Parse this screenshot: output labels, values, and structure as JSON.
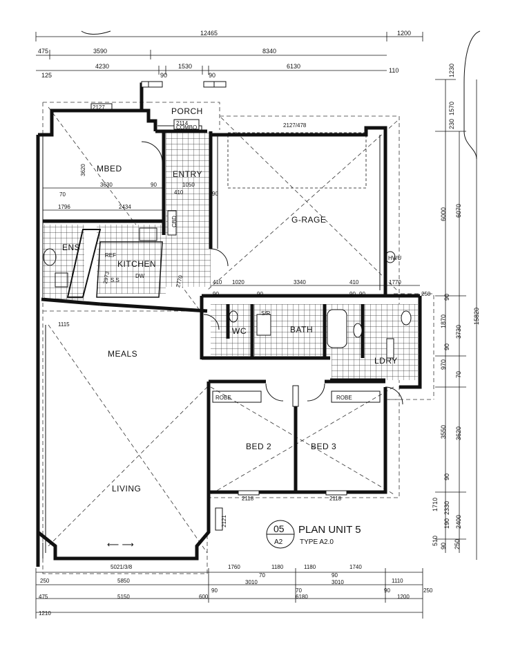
{
  "title": {
    "badge_number": "05",
    "badge_code": "A2",
    "heading": "PLAN  UNIT 5",
    "type_line": "TYPE A2.0"
  },
  "rooms": {
    "porch": "PORCH",
    "mbed": "MBED",
    "entry": "ENTRY",
    "garage": "G-RAGE",
    "ens": "ENS",
    "kitchen": "KITCHEN",
    "meals": "MEALS",
    "living": "LIVING",
    "wc": "WC",
    "bath": "BATH",
    "ldry": "LDRY",
    "bed2": "BED 2",
    "bed3": "BED 3",
    "robe_left": "ROBE",
    "robe_right": "ROBE"
  },
  "labels": {
    "cbd": "CBD",
    "ref": "REF",
    "dw": "DW",
    "hwu": "HWU",
    "sr": "S/R",
    "ss": "S.S",
    "arrow": "⟵   ⟶",
    "kitchen_angle": "2973",
    "kitchen_angle2": "2770"
  },
  "dims_top": {
    "overall": "12465",
    "right_extra": "1200",
    "row2": [
      "475",
      "3590",
      "8340"
    ],
    "row3": [
      "125",
      "4230",
      "90",
      "1530",
      "90",
      "6130",
      "110"
    ],
    "window_mbed": "2127",
    "window_porch": "2114",
    "combo": "COMBO",
    "window_garage": "2127/478"
  },
  "dims_inner": {
    "mbed_w": "3630",
    "mbed_h": "3620",
    "mbed_side": "90",
    "entry_w": "1050",
    "entry_side": "410",
    "ens_w": "1796",
    "ens_w2": "2434",
    "ens_small": "70",
    "garage_row": [
      "410",
      "1020",
      "3340",
      "410",
      "1770",
      "250"
    ],
    "garage_row2": [
      "90",
      "90",
      "90",
      "90"
    ],
    "meals_1115": "1115",
    "garage_side": "90"
  },
  "dims_right": {
    "col1": [
      "1230",
      "1570",
      "230",
      "6000",
      "90",
      "1870",
      "90",
      "970",
      "3550",
      "90",
      "1710",
      "510",
      "90"
    ],
    "col2": [
      "6070",
      "3730",
      "70",
      "3620",
      "2330",
      "190",
      "250"
    ],
    "col3": [
      "15820",
      "2400"
    ]
  },
  "dims_bottom": {
    "living_window": "5021/3/8",
    "bed_windows": [
      "2118",
      "2118"
    ],
    "side_window": "2121",
    "row1": [
      "250",
      "1760",
      "1180",
      "1180",
      "1740",
      "1110"
    ],
    "row1b": [
      "70",
      "90"
    ],
    "row2": [
      "5850",
      "90",
      "3010",
      "3010",
      "90",
      "1200",
      "250"
    ],
    "row3": [
      "475",
      "5150",
      "600",
      "6180",
      "70"
    ],
    "overall": "1210"
  }
}
